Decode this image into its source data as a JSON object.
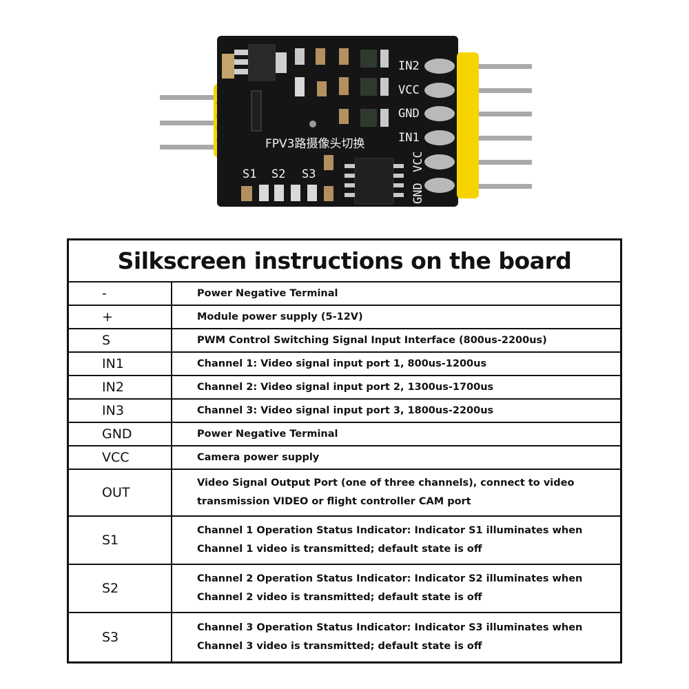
{
  "board": {
    "title": "FPV3路摄像头切换",
    "pins_right": [
      "IN2",
      "VCC",
      "GND",
      "IN1",
      "VCC",
      "GND"
    ],
    "leds": [
      "S1",
      "S2",
      "S3"
    ],
    "colors": {
      "pcb": "#141414",
      "header": "#f5d400",
      "pin": "#a8a8a8",
      "silk": "#f2f2f2"
    }
  },
  "table": {
    "title": "Silkscreen instructions on the board",
    "rows": [
      {
        "term": "-",
        "desc": "Power Negative Terminal"
      },
      {
        "term": "+",
        "desc": "Module power supply (5-12V)"
      },
      {
        "term": "S",
        "desc": "PWM Control Switching Signal Input Interface (800us-2200us)"
      },
      {
        "term": "IN1",
        "desc": "Channel 1: Video signal input port 1, 800us-1200us"
      },
      {
        "term": "IN2",
        "desc": "Channel 2: Video signal input port 2, 1300us-1700us"
      },
      {
        "term": "IN3",
        "desc": "Channel 3: Video signal input port 3, 1800us-2200us"
      },
      {
        "term": "GND",
        "desc": "Power Negative Terminal"
      },
      {
        "term": "VCC",
        "desc": "Camera power supply"
      },
      {
        "term": "OUT",
        "desc": "Video Signal Output Port (one of three channels), connect to video transmission VIDEO or flight controller CAM port"
      },
      {
        "term": "S1",
        "desc": "Channel 1 Operation Status Indicator: Indicator S1 illuminates when Channel 1 video is transmitted; default state is off"
      },
      {
        "term": "S2",
        "desc": "Channel 2 Operation Status Indicator: Indicator S2 illuminates when Channel 2 video is transmitted; default state is off"
      },
      {
        "term": "S3",
        "desc": "Channel 3 Operation Status Indicator: Indicator S3 illuminates when Channel 3 video is transmitted; default state is off"
      }
    ]
  }
}
